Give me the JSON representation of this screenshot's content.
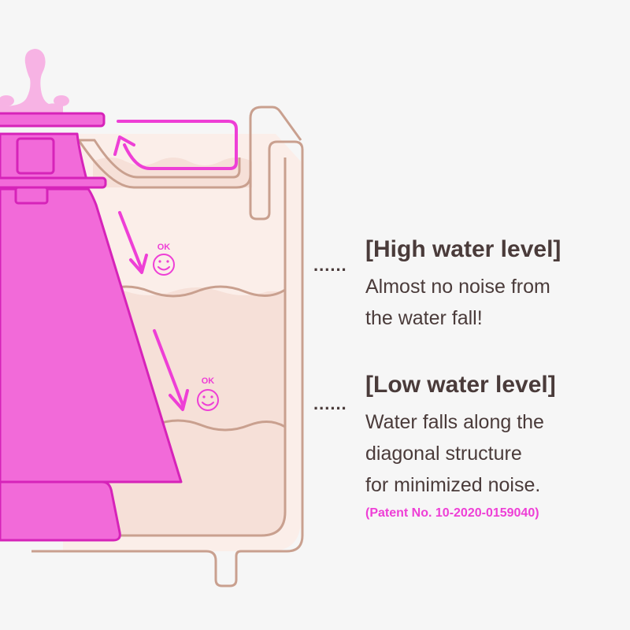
{
  "levels": [
    {
      "id": "high",
      "leader": "......",
      "title": "[High water level]",
      "lines": [
        "Almost no noise from",
        "the water fall!"
      ],
      "badge": "OK"
    },
    {
      "id": "low",
      "leader": "......",
      "title": "[Low water level]",
      "lines": [
        "Water falls along the",
        "diagonal structure",
        "for minimized noise."
      ],
      "badge": "OK"
    }
  ],
  "patent": "(Patent No. 10-2020-0159040)",
  "colors": {
    "background": "#f6f6f6",
    "container_fill": "#fbeee9",
    "container_stroke": "#c9a08f",
    "water_fill": "#f6e0d8",
    "product_pink": "#f26ad9",
    "product_outline": "#d623b9",
    "accent_magenta": "#ee3fd6",
    "droplet": "#f7b3e4",
    "text_dark": "#4a3b3a"
  },
  "icons": [
    "smiley-ok-icon",
    "arrow-down-right-icon",
    "flow-loop-arrow-icon",
    "water-droplet-icon"
  ]
}
